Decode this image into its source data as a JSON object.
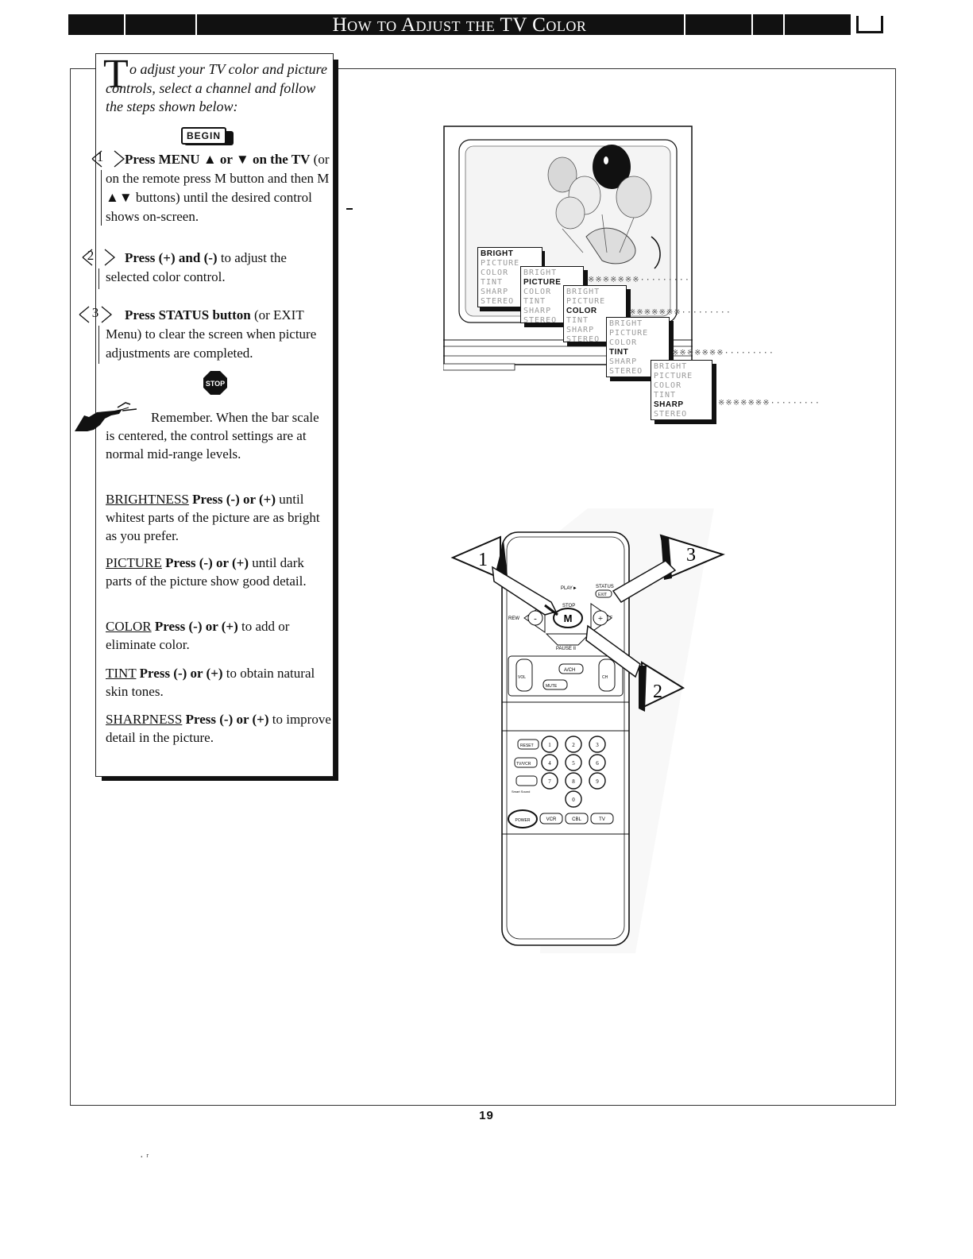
{
  "header": {
    "title": "How to Adjust the TV Color"
  },
  "intro": {
    "dropcap": "T",
    "text": "o adjust your TV color and picture controls, select a channel and follow the steps shown below:"
  },
  "begin_label": "BEGIN",
  "steps": [
    {
      "number": "1",
      "bold": "Press MENU ▲ or ▼ on the TV",
      "rest": "(or on the remote press M button and then M ▲▼ buttons) until the desired control shows on-screen."
    },
    {
      "number": "2",
      "bold": "Press (+) and (-)",
      "rest": "to adjust the selected color control."
    },
    {
      "number": "3",
      "bold": "Press STATUS button",
      "rest": "(or EXIT Menu) to clear the screen when picture adjustments are completed."
    }
  ],
  "stop_label": "STOP",
  "note": "Remember. When the bar scale is centered, the control settings are at normal mid-range levels.",
  "controls": [
    {
      "name": "BRIGHTNESS",
      "bold": "Press (-) or (+)",
      "rest": "until whitest parts of the picture are as bright as you prefer."
    },
    {
      "name": "PICTURE",
      "bold": "Press (-) or (+)",
      "rest": "until dark parts of the picture show good detail."
    },
    {
      "name": "COLOR",
      "bold": "Press (-) or (+)",
      "rest": "to add or eliminate color."
    },
    {
      "name": "TINT",
      "bold": "Press (-) or (+)",
      "rest": "to obtain natural skin tones."
    },
    {
      "name": "SHARPNESS",
      "bold": "Press (-) or (+)",
      "rest": "to improve detail in the picture."
    }
  ],
  "menus": [
    {
      "active": "BRIGHT",
      "items": [
        "PICTURE",
        "COLOR",
        "TINT",
        "SHARP",
        "STEREO"
      ]
    },
    {
      "active": "PICTURE",
      "items": [
        "BRIGHT",
        "COLOR",
        "TINT",
        "SHARP",
        "STEREO"
      ]
    },
    {
      "active": "COLOR",
      "items": [
        "BRIGHT",
        "PICTURE",
        "TINT",
        "SHARP",
        "STEREO"
      ]
    },
    {
      "active": "TINT",
      "items": [
        "BRIGHT",
        "PICTURE",
        "COLOR",
        "SHARP",
        "STEREO"
      ]
    },
    {
      "active": "SHARP",
      "items": [
        "BRIGHT",
        "PICTURE",
        "COLOR",
        "TINT",
        "STEREO"
      ]
    }
  ],
  "bar_scale": "※※※※※※※·········",
  "remote": {
    "callouts": [
      "1",
      "2",
      "3"
    ],
    "labels": {
      "play": "PLAY►",
      "status": "STATUS",
      "exit": "EXIT",
      "stop": "STOP",
      "rew": "REW",
      "ff": "FF",
      "pause": "PAUSE II",
      "menu": "M",
      "minus": "-",
      "plus": "+",
      "vol": "VOL",
      "ch": "CH",
      "ach": "A/CH",
      "mute": "MUTE",
      "reset": "RESET",
      "tvvcr": "TV/VCR",
      "smart_sound": "Smart Sound",
      "power": "POWER",
      "vcr": "VCR",
      "cbl": "CBL",
      "tv": "TV"
    },
    "digits": [
      "1",
      "2",
      "3",
      "4",
      "5",
      "6",
      "7",
      "8",
      "9",
      "0"
    ]
  },
  "page_number": "19",
  "stray_mark": "· ʳ",
  "colors": {
    "ink": "#111111",
    "paper": "#ffffff"
  }
}
